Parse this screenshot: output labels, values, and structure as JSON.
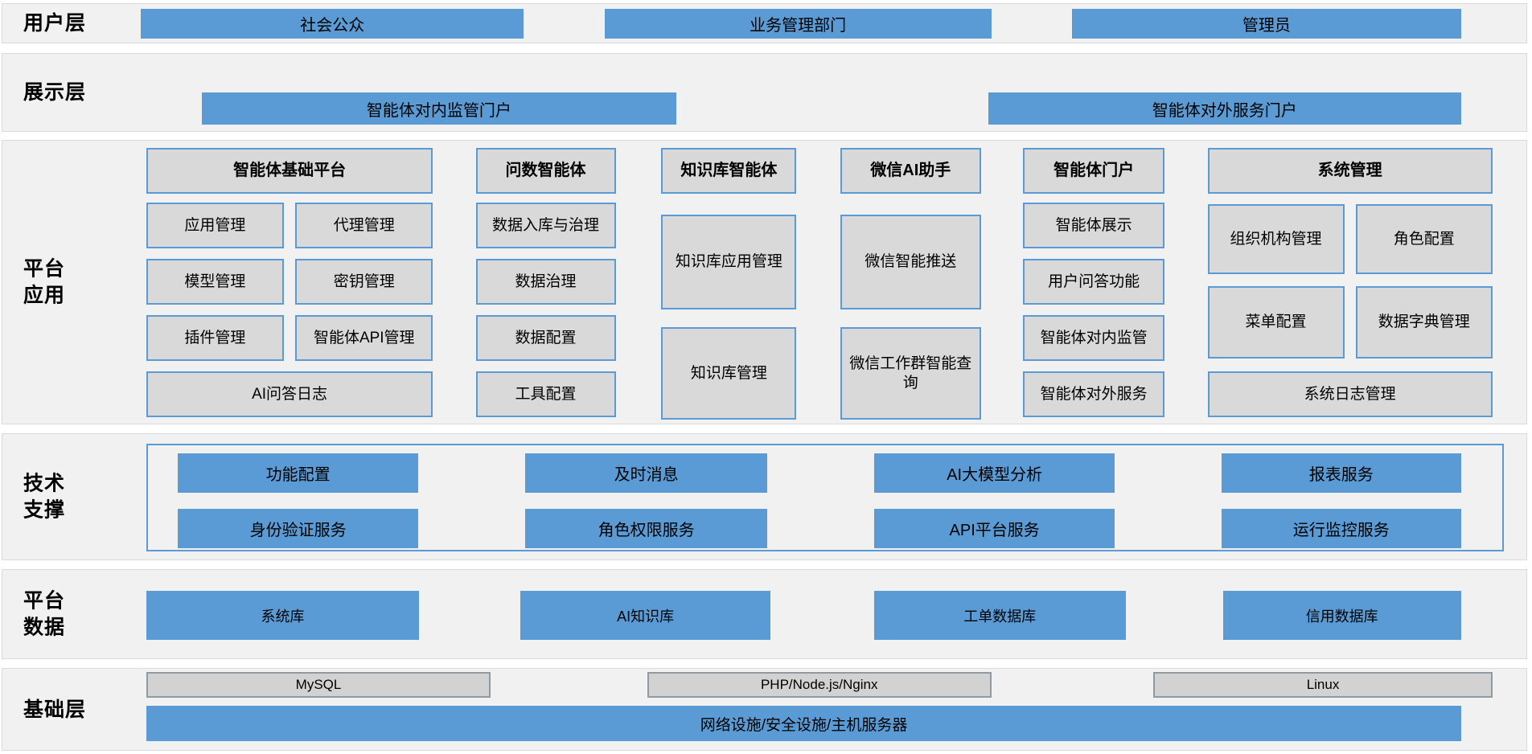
{
  "layers": {
    "user": {
      "label": "用户层",
      "boxes": {
        "public": "社会公众",
        "business": "业务管理部门",
        "admin": "管理员"
      }
    },
    "display": {
      "label": "展示层",
      "internal_portal": "智能体对内监管门户",
      "external_portal": "智能体对外服务门户"
    },
    "platform_app": {
      "label": "平台\n应用",
      "columns": [
        {
          "header": "智能体基础平台",
          "items": [
            "应用管理",
            "代理管理",
            "模型管理",
            "密钥管理",
            "插件管理",
            "智能体API管理",
            "AI问答日志"
          ]
        },
        {
          "header": "问数智能体",
          "items": [
            "数据入库与治理",
            "数据治理",
            "数据配置",
            "工具配置"
          ]
        },
        {
          "header": "知识库智能体",
          "items": [
            "知识库应用管理",
            "知识库管理"
          ]
        },
        {
          "header": "微信AI助手",
          "items": [
            "微信智能推送",
            "微信工作群智能查询"
          ]
        },
        {
          "header": "智能体门户",
          "items": [
            "智能体展示",
            "用户问答功能",
            "智能体对内监管",
            "智能体对外服务"
          ]
        },
        {
          "header": "系统管理",
          "items": [
            "组织机构管理",
            "角色配置",
            "菜单配置",
            "数据字典管理",
            "系统日志管理"
          ]
        }
      ]
    },
    "tech_support": {
      "label": "技术\n支撑",
      "boxes": [
        "功能配置",
        "及时消息",
        "AI大模型分析",
        "报表服务",
        "身份验证服务",
        "角色权限服务",
        "API平台服务",
        "运行监控服务"
      ]
    },
    "platform_data": {
      "label": "平台\n数据",
      "boxes": [
        "系统库",
        "AI知识库",
        "工单数据库",
        "信用数据库"
      ]
    },
    "infrastructure": {
      "label": "基础层",
      "tech": [
        "MySQL",
        "PHP/Node.js/Nginx",
        "Linux"
      ],
      "bar": "网络设施/安全设施/主机服务器"
    }
  },
  "colors": {
    "accent_blue": "#5b9bd5",
    "box_gray": "#d9d9d9",
    "band_bg": "#f1f1f1"
  }
}
